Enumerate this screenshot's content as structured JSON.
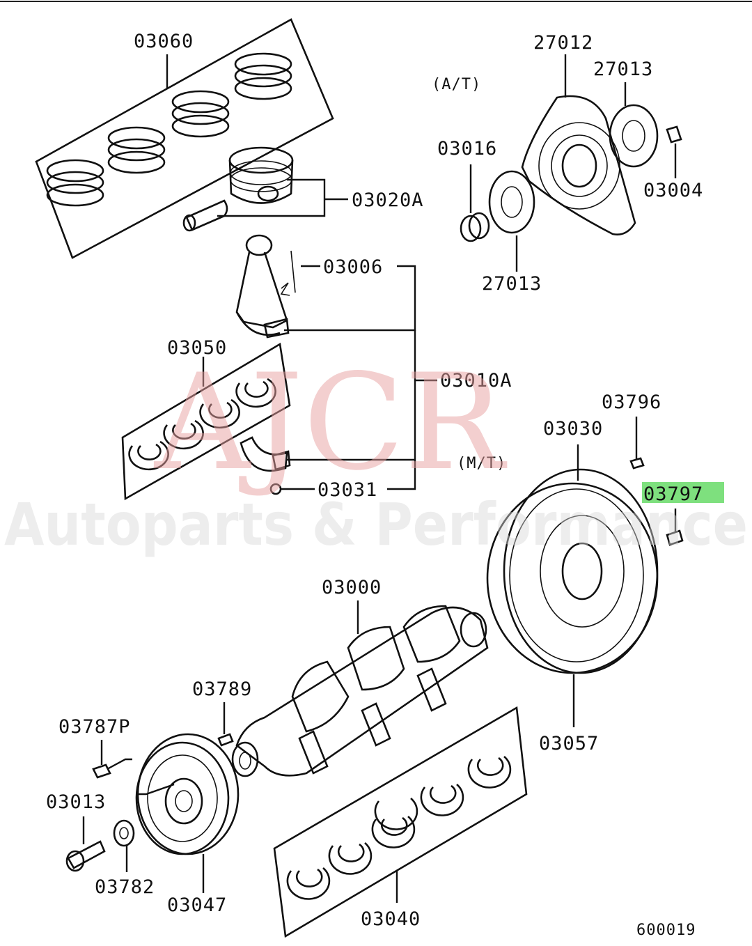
{
  "diagram": {
    "labels": {
      "p03060": "03060",
      "p03020A": "03020A",
      "p03006": "03006",
      "p03050": "03050",
      "p03010A": "03010A",
      "p03031": "03031",
      "p27012": "27012",
      "p27013_top": "27013",
      "p27013_bottom": "27013",
      "p03016": "03016",
      "p03004": "03004",
      "at": "(A/T)",
      "mt": "(M/T)",
      "p03796": "03796",
      "p03030": "03030",
      "p03797": "03797",
      "p03000": "03000",
      "p03789": "03789",
      "p03787P": "03787P",
      "p03013": "03013",
      "p03782": "03782",
      "p03047": "03047",
      "p03057": "03057",
      "p03040": "03040",
      "code": "600019"
    },
    "highlight_color": "#7ee07e",
    "watermark": {
      "main": "AJCR",
      "sub": "Autoparts & Performance"
    }
  }
}
